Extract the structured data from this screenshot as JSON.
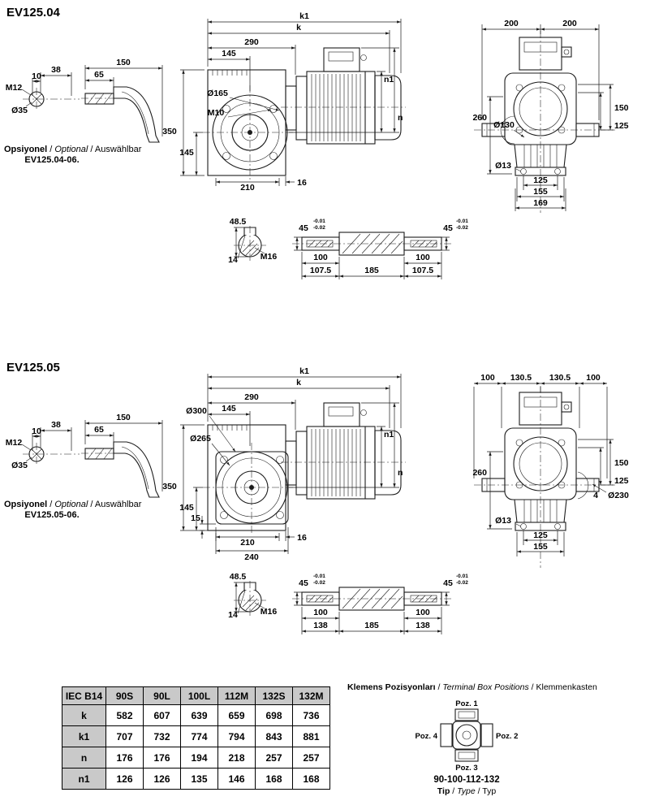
{
  "sep": " / ",
  "ev04": {
    "title": "EV125.04",
    "optional": {
      "bold": "Opsiyonel",
      "italic": "Optional",
      "normal": "Auswählbar",
      "model": "EV125.04-06."
    },
    "detail": {
      "thread": "M12",
      "d10": "10",
      "d38": "38",
      "dia": "Ø35"
    },
    "flange": {
      "d150": "150",
      "d65": "65"
    },
    "side": {
      "k1": "k1",
      "k": "k",
      "d290": "290",
      "d145_top": "145",
      "dia165": "Ø165",
      "m10": "M10",
      "d350": "350",
      "d145_left": "145",
      "d210": "210",
      "d16": "16",
      "n1": "n1",
      "n": "n"
    },
    "front": {
      "d200_left": "200",
      "d200_right": "200",
      "d260": "260",
      "dia130": "Ø130",
      "dia13": "Ø13",
      "d150": "150",
      "d125_right": "125",
      "d125_bottom": "125",
      "d155": "155",
      "d169": "169"
    },
    "key": {
      "d485": "48.5",
      "d14": "14",
      "m16": "M16"
    },
    "shaft": {
      "d45": "45",
      "tol_upper": "-0.01",
      "tol_lower": "-0.02",
      "d100": "100",
      "d1075": "107.5",
      "d185": "185"
    }
  },
  "ev05": {
    "title": "EV125.05",
    "optional": {
      "bold": "Opsiyonel",
      "italic": "Optional",
      "normal": "Auswählbar",
      "model": "EV125.05-06."
    },
    "detail": {
      "thread": "M12",
      "d10": "10",
      "d38": "38",
      "dia": "Ø35"
    },
    "flange": {
      "d150": "150",
      "d65": "65"
    },
    "side": {
      "k1": "k1",
      "k": "k",
      "d290": "290",
      "d145_top": "145",
      "dia300": "Ø300",
      "dia265": "Ø265",
      "d350": "350",
      "d145_left": "145",
      "d15": "15",
      "d210": "210",
      "d16": "16",
      "d240": "240",
      "n1": "n1",
      "n": "n"
    },
    "front": {
      "d100_left": "100",
      "d1305_left": "130.5",
      "d1305_right": "130.5",
      "d100_right": "100",
      "d260": "260",
      "dia13": "Ø13",
      "d150": "150",
      "d125_right": "125",
      "d4": "4",
      "dia230": "Ø230",
      "d125_bottom": "125",
      "d155": "155"
    },
    "key": {
      "d485": "48.5",
      "d14": "14",
      "m16": "M16"
    },
    "shaft": {
      "d45": "45",
      "tol_upper": "-0.01",
      "tol_lower": "-0.02",
      "d100": "100",
      "d138": "138",
      "d185": "185"
    }
  },
  "table": {
    "headers": [
      "IEC B14",
      "90S",
      "90L",
      "100L",
      "112M",
      "132S",
      "132M"
    ],
    "rows": [
      {
        "label": "k",
        "values": [
          "582",
          "607",
          "639",
          "659",
          "698",
          "736"
        ]
      },
      {
        "label": "k1",
        "values": [
          "707",
          "732",
          "774",
          "794",
          "843",
          "881"
        ]
      },
      {
        "label": "n",
        "values": [
          "176",
          "176",
          "194",
          "218",
          "257",
          "257"
        ]
      },
      {
        "label": "n1",
        "values": [
          "126",
          "126",
          "135",
          "146",
          "168",
          "168"
        ]
      }
    ]
  },
  "terminal": {
    "title_bold": "Klemens Pozisyonları",
    "title_italic": "Terminal Box Positions",
    "title_normal": "Klemmenkasten",
    "poz1": "Poz. 1",
    "poz2": "Poz. 2",
    "poz3": "Poz. 3",
    "poz4": "Poz. 4",
    "model": "90-100-112-132",
    "type_bold": "Tip",
    "type_italic": "Type",
    "type_normal": "Typ"
  }
}
